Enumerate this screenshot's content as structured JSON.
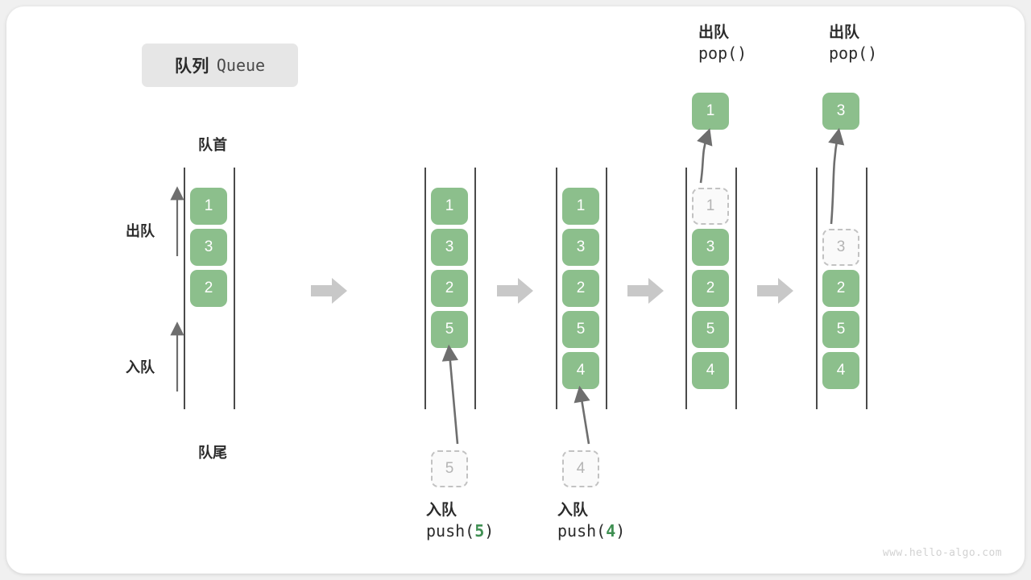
{
  "figure": {
    "title_cn": "队列",
    "title_en": "Queue",
    "head_label": "队首",
    "tail_label": "队尾",
    "dequeue_label": "出队",
    "enqueue_label": "入队",
    "watermark": "www.hello-algo.com",
    "accent_green": "#8cbf8c",
    "ghost_gray": "#b4b4b4",
    "rail_gray": "#4a4a4a",
    "arrow_gray": "#c8c8c8",
    "chip_bg": "#e6e6e6",
    "code_green": "#3f8f52"
  },
  "steps": [
    {
      "id": "initial",
      "cells": [
        "1",
        "3",
        "2"
      ],
      "ghost_index": null,
      "top_label_cn": null,
      "top_label_code": null,
      "popped_value": null,
      "bottom_ghost": null,
      "bottom_label_cn": null,
      "bottom_label_code": null,
      "bottom_label_arg": null
    },
    {
      "id": "push-5",
      "cells": [
        "1",
        "3",
        "2",
        "5"
      ],
      "ghost_index": null,
      "top_label_cn": null,
      "top_label_code": null,
      "popped_value": null,
      "bottom_ghost": "5",
      "bottom_label_cn": "入队",
      "bottom_label_code": "push(",
      "bottom_label_arg": "5"
    },
    {
      "id": "push-4",
      "cells": [
        "1",
        "3",
        "2",
        "5",
        "4"
      ],
      "ghost_index": null,
      "top_label_cn": null,
      "top_label_code": null,
      "popped_value": null,
      "bottom_ghost": "4",
      "bottom_label_cn": "入队",
      "bottom_label_code": "push(",
      "bottom_label_arg": "4"
    },
    {
      "id": "pop-1",
      "cells": [
        "1",
        "3",
        "2",
        "5",
        "4"
      ],
      "ghost_index": 0,
      "top_label_cn": "出队",
      "top_label_code": "pop()",
      "popped_value": "1",
      "bottom_ghost": null,
      "bottom_label_cn": null,
      "bottom_label_code": null,
      "bottom_label_arg": null
    },
    {
      "id": "pop-3",
      "cells": [
        "",
        "3",
        "2",
        "5",
        "4"
      ],
      "ghost_index": 1,
      "top_label_cn": "出队",
      "top_label_code": "pop()",
      "popped_value": "3",
      "bottom_ghost": null,
      "bottom_label_cn": null,
      "bottom_label_code": null,
      "bottom_label_arg": null
    }
  ]
}
